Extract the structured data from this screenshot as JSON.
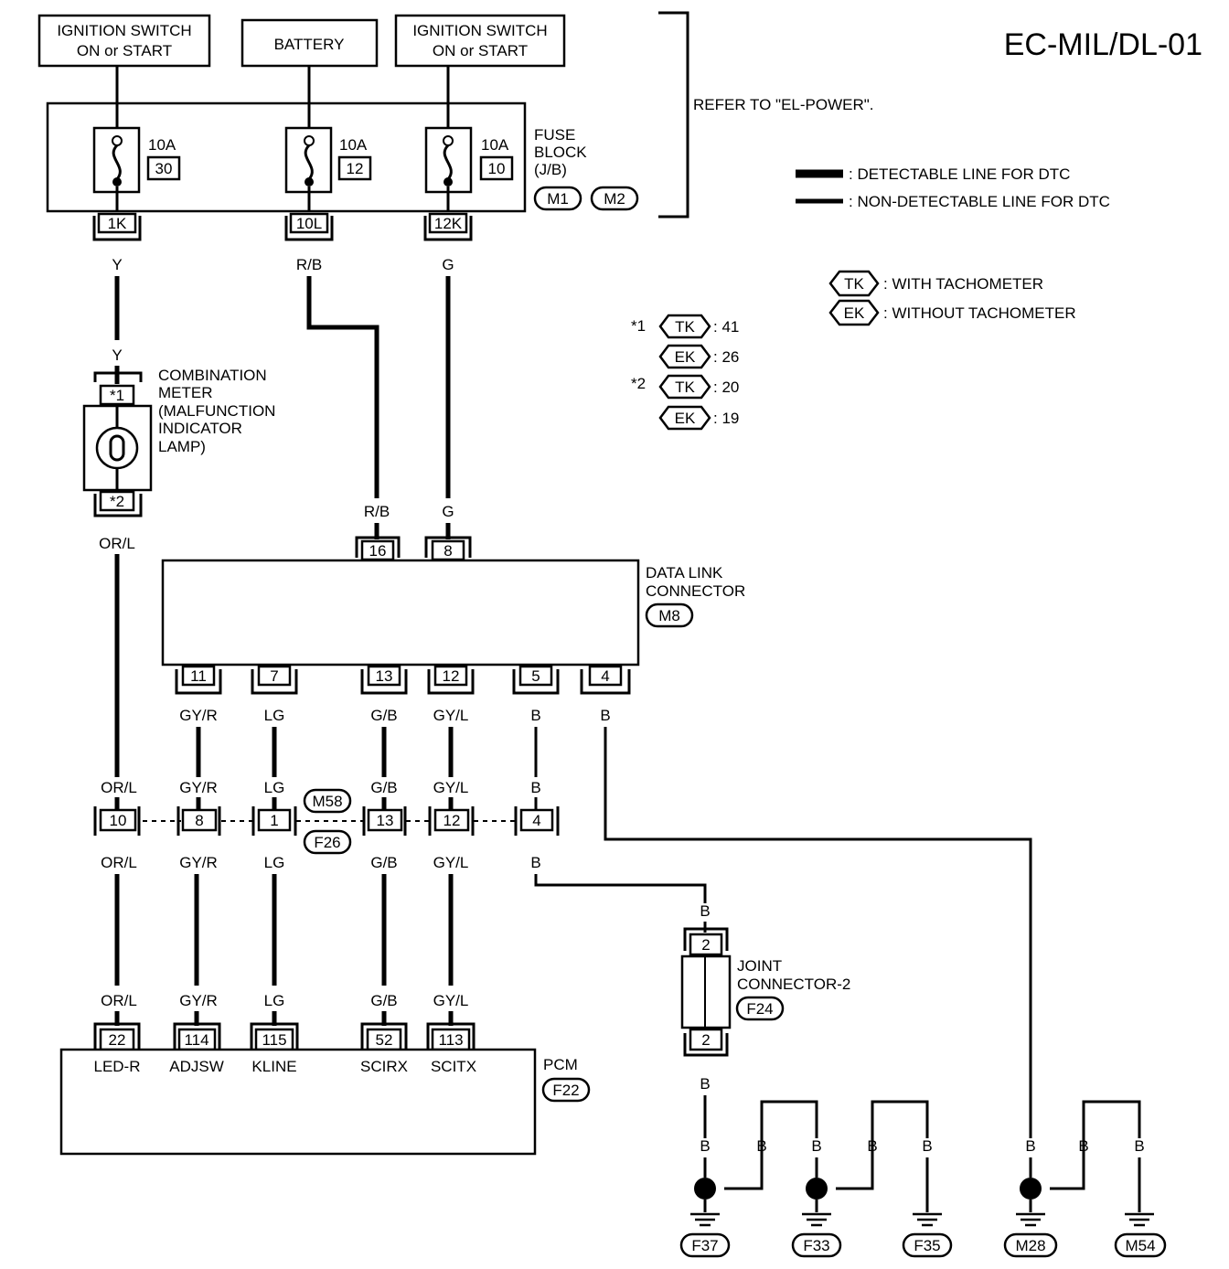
{
  "title": "EC-MIL/DL-01",
  "power_sources": {
    "ign1": [
      "IGNITION SWITCH",
      "ON or START"
    ],
    "battery": [
      "BATTERY"
    ],
    "ign2": [
      "IGNITION SWITCH",
      "ON or START"
    ]
  },
  "refer_note": "REFER TO \"EL-POWER\".",
  "fuse_block": {
    "label": [
      "FUSE",
      "BLOCK",
      "(J/B)"
    ],
    "connectors": [
      "M1",
      "M2"
    ],
    "fuses": [
      {
        "amp": "10A",
        "num": "30",
        "term": "1K"
      },
      {
        "amp": "10A",
        "num": "12",
        "term": "10L"
      },
      {
        "amp": "10A",
        "num": "10",
        "term": "12K"
      }
    ]
  },
  "legend": {
    "detectable": ": DETECTABLE LINE FOR DTC",
    "non_detectable": ": NON-DETECTABLE LINE FOR DTC",
    "tk_code": "TK",
    "tk_desc": ": WITH TACHOMETER",
    "ek_code": "EK",
    "ek_desc": ": WITHOUT TACHOMETER"
  },
  "notes": {
    "n1_label": "*1",
    "n1_tk": ": 41",
    "n1_ek": ": 26",
    "n2_label": "*2",
    "n2_tk": ": 20",
    "n2_ek": ": 19"
  },
  "combination_meter": {
    "label": [
      "COMBINATION",
      "METER",
      "(MALFUNCTION",
      "INDICATOR",
      "LAMP)"
    ],
    "term_top": "*1",
    "term_bottom": "*2",
    "wire_in": "Y",
    "wire_in2": "Y",
    "wire_out": "OR/L"
  },
  "data_link": {
    "label": [
      "DATA LINK",
      "CONNECTOR"
    ],
    "connector": "M8",
    "top_terms": [
      {
        "term": "16",
        "wire": "R/B"
      },
      {
        "term": "8",
        "wire": "G"
      }
    ],
    "bottom_terms": [
      {
        "term": "11",
        "wire": "GY/R"
      },
      {
        "term": "7",
        "wire": "LG"
      },
      {
        "term": "13",
        "wire": "G/B"
      },
      {
        "term": "12",
        "wire": "GY/L"
      },
      {
        "term": "5",
        "wire": "B"
      },
      {
        "term": "4",
        "wire": "B"
      }
    ]
  },
  "fuse_wires": [
    "Y",
    "R/B",
    "G"
  ],
  "harness": {
    "connector_top": "M58",
    "connector_bottom": "F26",
    "terms": [
      {
        "term": "10",
        "above": "OR/L",
        "below": "OR/L"
      },
      {
        "term": "8",
        "above": "GY/R",
        "below": "GY/R"
      },
      {
        "term": "1",
        "above": "LG",
        "below": "LG"
      },
      {
        "term": "13",
        "above": "G/B",
        "below": "G/B"
      },
      {
        "term": "12",
        "above": "GY/L",
        "below": "GY/L"
      },
      {
        "term": "4",
        "above": "B",
        "below": "B"
      }
    ]
  },
  "pcm": {
    "label": "PCM",
    "connector": "F22",
    "terms": [
      {
        "term": "22",
        "wire": "OR/L",
        "name": "LED-R"
      },
      {
        "term": "114",
        "wire": "GY/R",
        "name": "ADJSW"
      },
      {
        "term": "115",
        "wire": "LG",
        "name": "KLINE"
      },
      {
        "term": "52",
        "wire": "G/B",
        "name": "SCIRX"
      },
      {
        "term": "113",
        "wire": "GY/L",
        "name": "SCITX"
      }
    ]
  },
  "joint_connector": {
    "label": [
      "JOINT",
      "CONNECTOR-2"
    ],
    "connector": "F24",
    "term_top": "2",
    "term_bottom": "2",
    "wire_in": "B",
    "wire_out": "B"
  },
  "grounds": {
    "wire_labels": [
      "B",
      "B",
      "B",
      "B",
      "B",
      "B",
      "B",
      "B"
    ],
    "connectors": [
      "F37",
      "F33",
      "F35",
      "M28",
      "M54"
    ]
  }
}
